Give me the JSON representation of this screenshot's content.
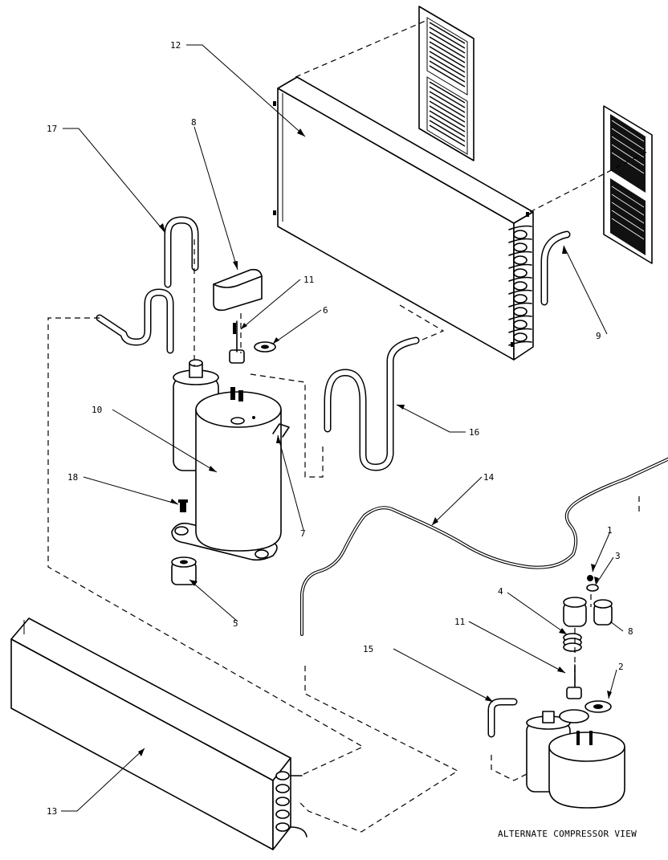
{
  "caption": "ALTERNATE COMPRESSOR VIEW",
  "callouts": {
    "c1": "1",
    "c2": "2",
    "c3": "3",
    "c4": "4",
    "c5": "5",
    "c6": "6",
    "c7": "7",
    "c8_main": "8",
    "c8_alt": "8",
    "c9": "9",
    "c10": "10",
    "c11_main": "11",
    "c11_alt": "11",
    "c12": "12",
    "c13": "13",
    "c14": "14",
    "c15": "15",
    "c16": "16",
    "c17": "17",
    "c18": "18"
  }
}
